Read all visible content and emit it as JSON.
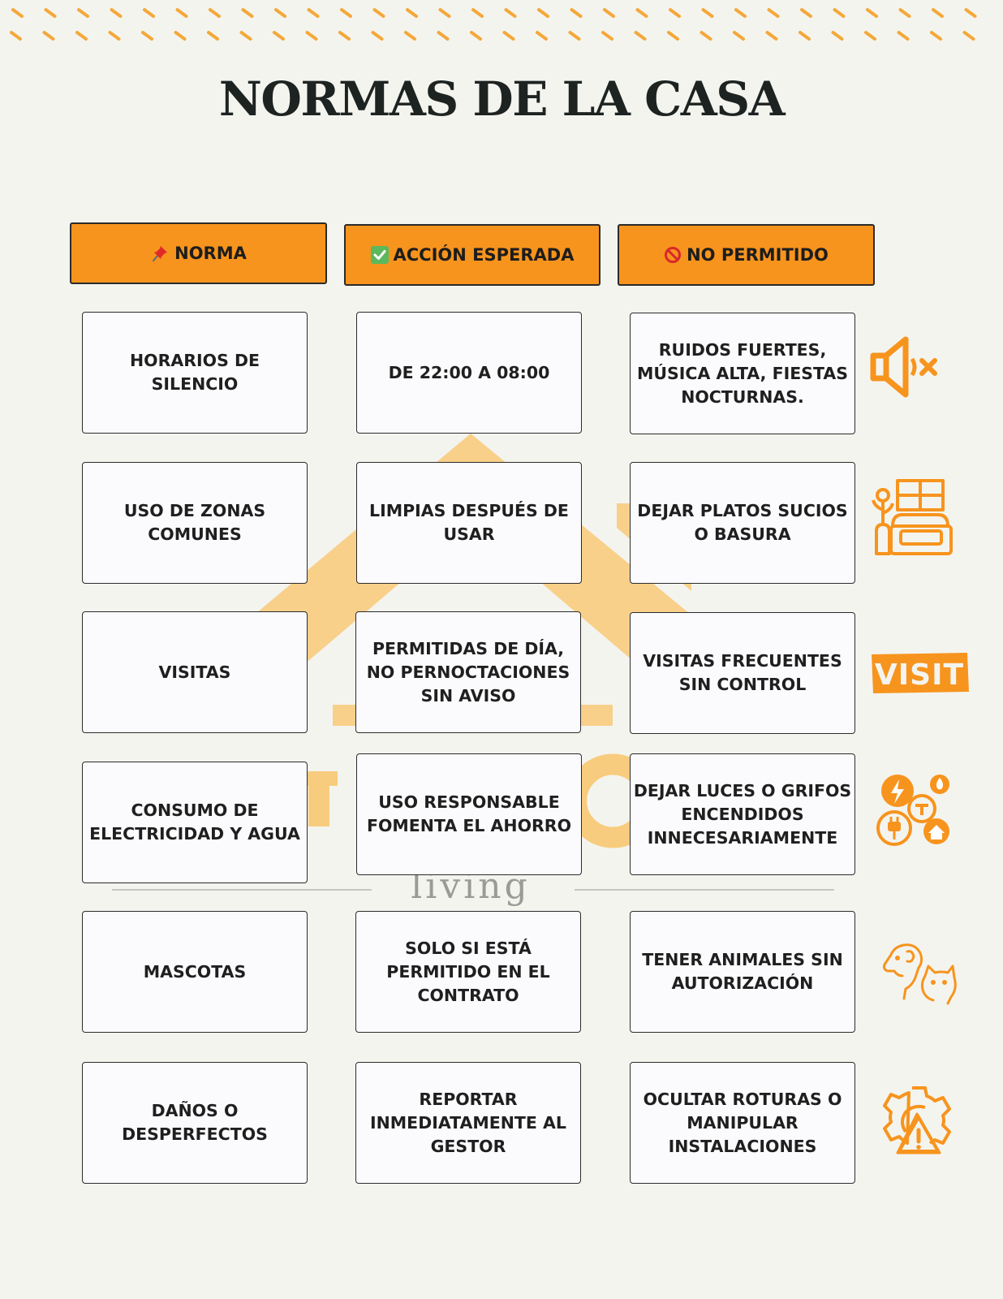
{
  "title": "NORMAS DE LA CASA",
  "watermark": {
    "word": "living"
  },
  "headers": [
    {
      "label": "NORMA",
      "icon": "pushpin-icon"
    },
    {
      "label": "ACCIÓN ESPERADA",
      "icon": "check-mark-icon"
    },
    {
      "label": "NO PERMITIDO",
      "icon": "prohibited-icon"
    }
  ],
  "rows": [
    {
      "norma": "HORARIOS DE SILENCIO",
      "accion": "DE 22:00 A 08:00",
      "no_permitido": "RUIDOS FUERTES, MÚSICA ALTA, FIESTAS NOCTURNAS.",
      "icon": "mute-speaker-icon"
    },
    {
      "norma": "USO DE ZONAS COMUNES",
      "accion": "LIMPIAS DESPUÉS DE USAR",
      "no_permitido": "DEJAR PLATOS SUCIOS O BASURA",
      "icon": "living-room-icon"
    },
    {
      "norma": "VISITAS",
      "accion": "PERMITIDAS DE DÍA, NO PERNOCTACIONES SIN AVISO",
      "no_permitido": "VISITAS FRECUENTES SIN CONTROL",
      "icon": "visit-stamp-icon",
      "icon_text": "VISIT"
    },
    {
      "norma": "CONSUMO DE ELECTRICIDAD Y AGUA",
      "accion": "USO RESPONSABLE FOMENTA EL AHORRO",
      "no_permitido": "DEJAR LUCES O GRIFOS ENCENDIDOS INNECESARIAMENTE",
      "icon": "utilities-icon"
    },
    {
      "norma": "MASCOTAS",
      "accion": "SOLO SI ESTÁ PERMITIDO EN EL CONTRATO",
      "no_permitido": "TENER ANIMALES SIN AUTORIZACIÓN",
      "icon": "pets-icon"
    },
    {
      "norma": "DAÑOS O DESPERFECTOS",
      "accion": "REPORTAR INMEDIATAMENTE AL GESTOR",
      "no_permitido": "OCULTAR ROTURAS O MANIPULAR INSTALACIONES",
      "icon": "gear-warning-icon"
    }
  ],
  "colors": {
    "accent": "#f7941d",
    "background": "#f4f4ef",
    "text": "#1d2321",
    "watermark": "#f8cc7e"
  }
}
